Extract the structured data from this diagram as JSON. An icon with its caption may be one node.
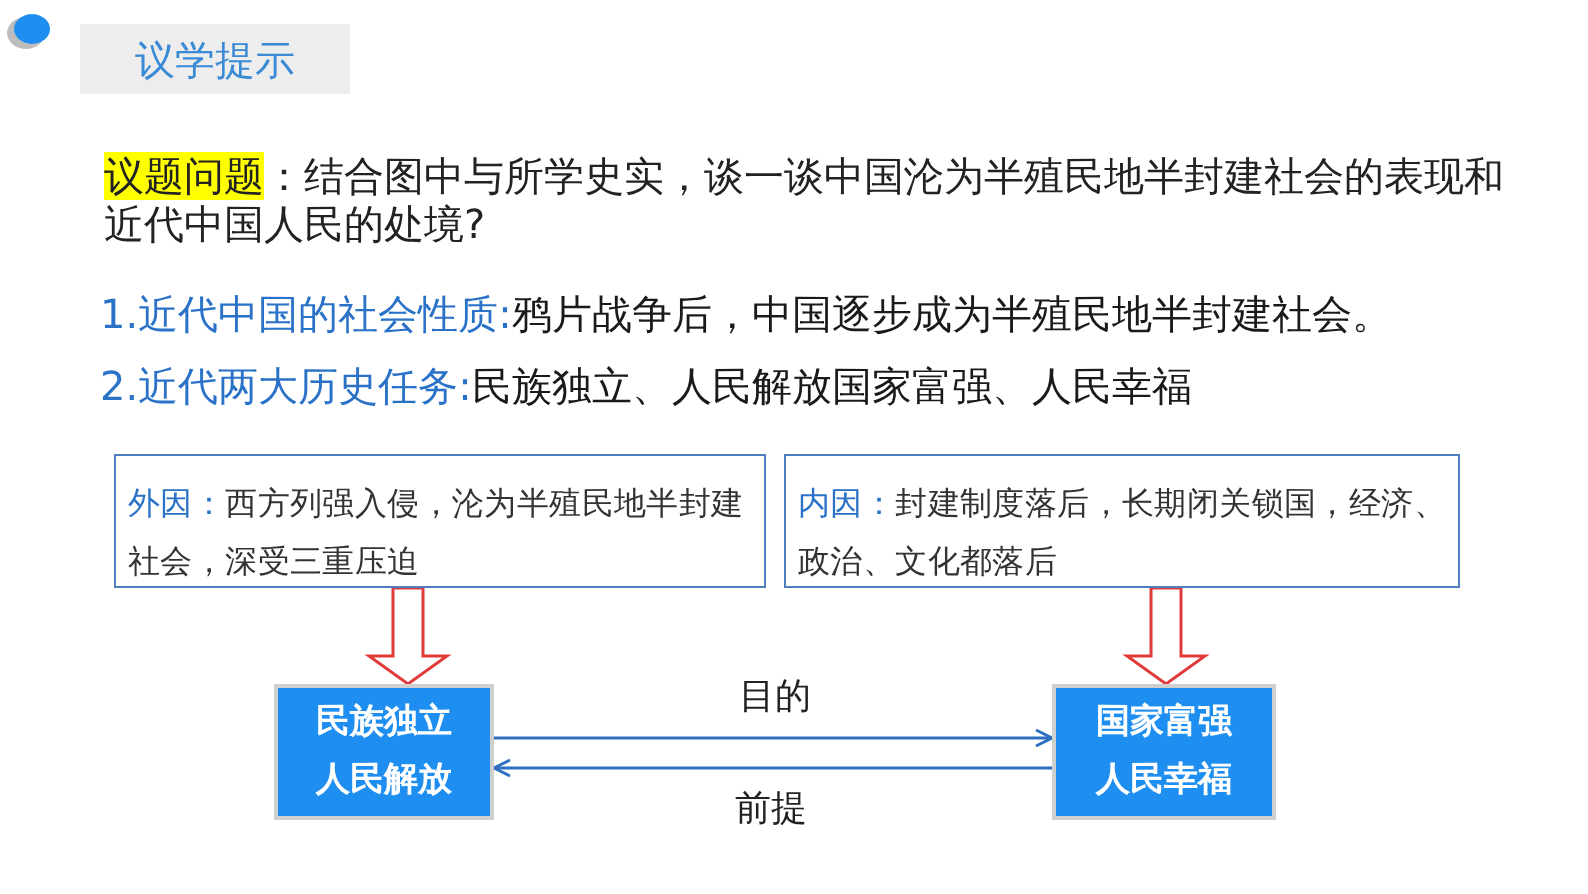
{
  "diagram": {
    "nodes": [
      {
        "text": [
          "议学提示"
        ]
      },
      {
        "text": [
          "**外因：**西方列强入侵，沦为半殖民地半封建社会，深受三重压迫"
        ]
      },
      {
        "text": [
          "**内因：**封建制度落后，长期闭关锁国，经济、政治、文化都落后"
        ]
      },
      {
        "text": [
          "民族独立",
          "人民解放"
        ]
      },
      {
        "text": [
          "国家富强",
          "人民幸福"
        ]
      }
    ],
    "edges": [
      {
        "from": 1,
        "to": 3,
        "arrow": "to",
        "color": "#e03a3a"
      },
      {
        "from": 2,
        "to": 4,
        "arrow": "to",
        "color": "#e03a3a"
      },
      {
        "from": 3,
        "to": 4,
        "arrow": "to",
        "label": "目的",
        "color": "#2f6fbf"
      },
      {
        "from": 4,
        "to": 3,
        "arrow": "to",
        "label": "前提",
        "color": "#2f6fbf"
      }
    ],
    "labels": [
      "**议题问题**：结合图中与所学史实，谈一谈中国沦为半殖民地半封建社会的表现和近代中国人民的处境?",
      "1.近代中国的社会性质:",
      "鸦片战争后，中国逐步成为半殖民地半封建社会。",
      "2.近代两大历史任务:",
      "民族独立、人民解放国家富强、人民幸福"
    ]
  }
}
